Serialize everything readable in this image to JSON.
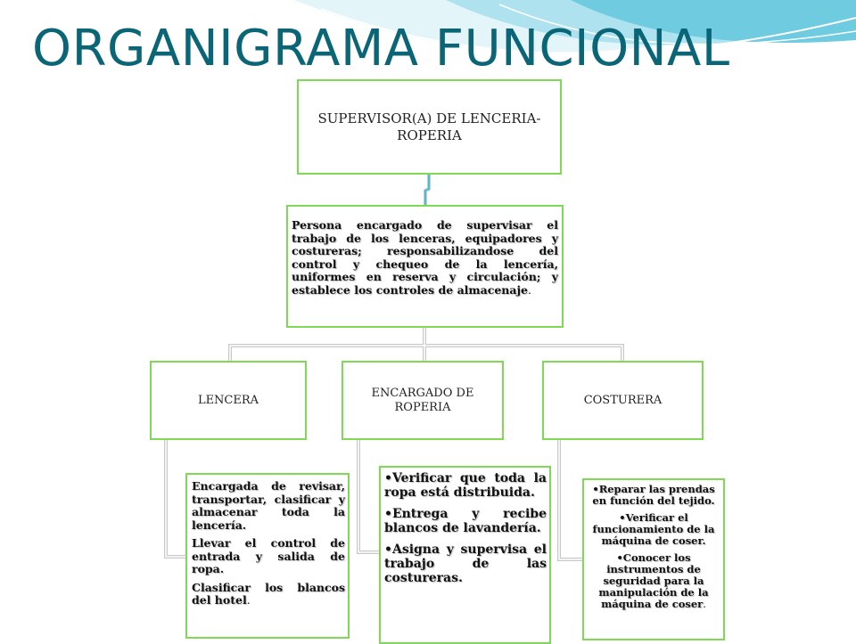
{
  "title": "ORGANIGRAMA FUNCIONAL",
  "colors": {
    "title": "#0a6577",
    "box_border": "#7ed957",
    "connector": "#7fcfe0",
    "wave_light": "#cdeef5",
    "wave_mid": "#7fd3e6"
  },
  "supervisor": {
    "label": "SUPERVISOR(A) DE LENCERIA-ROPERIA",
    "description_main": "Persona encargado de supervisar el trabajo de los lenceras, equipadores y costureras; responsabilizandose del control y chequeo de la lencería, uniformes en reserva y circulación; y establece los controles de almacenaje",
    "description_end": "."
  },
  "roles": [
    {
      "label": "LENCERA",
      "duties": [
        "Encargada de revisar, transportar, clasificar y almacenar toda la lencería.",
        "Llevar el control de entrada y salida de ropa.",
        "Clasificar los blancos del hotel"
      ],
      "duties_end": "."
    },
    {
      "label": "ENCARGADO DE ROPERIA",
      "duties": [
        "Verificar que toda la ropa está distribuida.",
        "Entrega y recibe blancos de lavandería.",
        "Asigna y supervisa el trabajo de las costureras."
      ]
    },
    {
      "label": "COSTURERA",
      "duties": [
        "Reparar las prendas en función del tejido.",
        "Verificar el funcionamiento de la máquina de coser.",
        "Conocer los instrumentos de seguridad para la manipulación de la máquina de coser"
      ],
      "duties_end": "."
    }
  ]
}
